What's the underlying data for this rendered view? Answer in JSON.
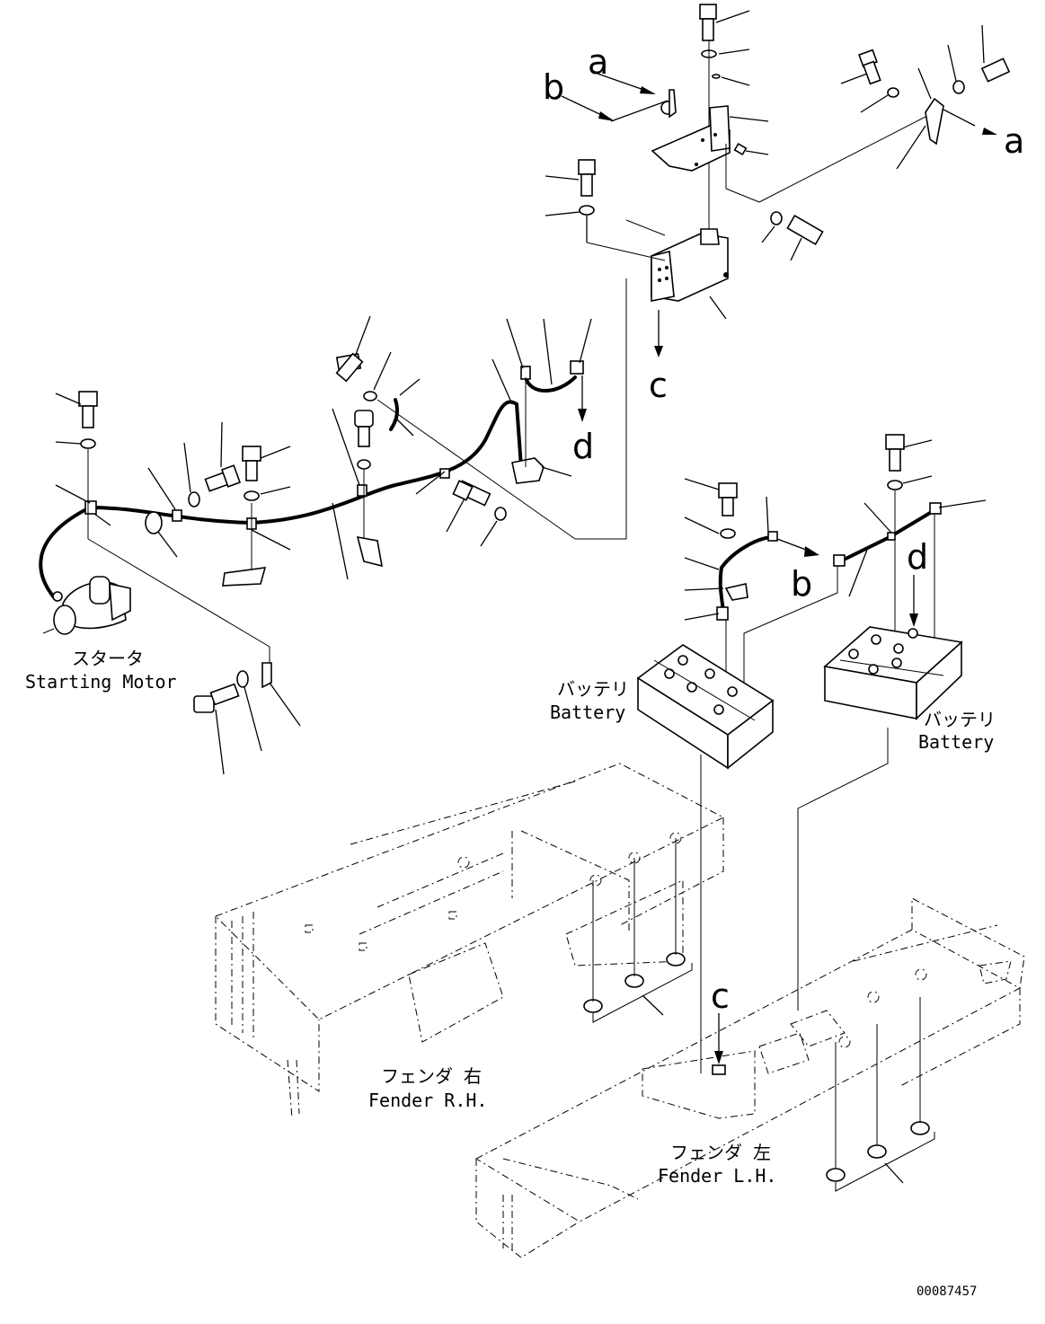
{
  "callouts": {
    "a_top": "a",
    "a_right": "a",
    "b_top": "b",
    "b_mid": "b",
    "c_top": "c",
    "c_bottom": "c",
    "d_top": "d",
    "d_right": "d"
  },
  "labels": {
    "starting_motor_jp": "スタータ",
    "starting_motor_en": "Starting Motor",
    "battery_left_jp": "バッテリ",
    "battery_left_en": "Battery",
    "battery_right_jp": "バッテリ",
    "battery_right_en": "Battery",
    "fender_rh_jp": "フェンダ 右",
    "fender_rh_en": "Fender R.H.",
    "fender_lh_jp": "フェンダ 左",
    "fender_lh_en": "Fender L.H."
  },
  "drawing_number": "00087457"
}
